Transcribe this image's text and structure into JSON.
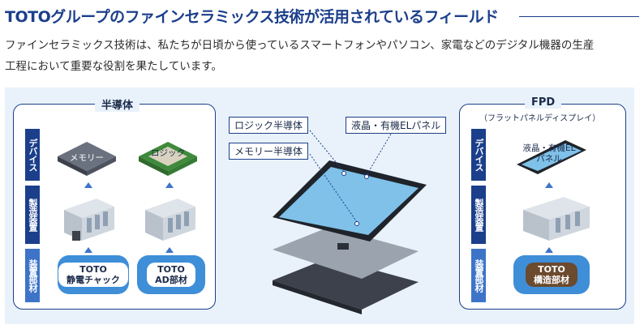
{
  "header": {
    "title": "TOTOグループのファインセラミックス技術が活用されているフィールド",
    "intro_line1": "ファインセラミックス技術は、私たちが日頃から使っているスマートフォンやパソコン、家電などのデジタル機器の生産",
    "intro_line2": "工程において重要な役割を果たしています。"
  },
  "semiconductor": {
    "title": "半導体",
    "rows": [
      "デバイス",
      "製造装置",
      "装置部材"
    ],
    "devices": [
      "メモリー",
      "ロジック"
    ],
    "parts_1": [
      "TOTO",
      "静電チャック"
    ],
    "parts_2": [
      "TOTO",
      "AD部材"
    ]
  },
  "center": {
    "callouts": [
      "ロジック半導体",
      "メモリー半導体",
      "液晶・有機ELパネル"
    ]
  },
  "fpd": {
    "title": "FPD",
    "subtitle": "（フラットパネルディスプレイ）",
    "rows": [
      "デバイス",
      "製造装置",
      "装置部材"
    ],
    "device_line1": "液晶・有機EL",
    "device_line2": "パネル",
    "parts": [
      "TOTO",
      "構造部材"
    ]
  },
  "colors": {
    "brand_navy": "#1b3f8b",
    "accent_blue": "#3e8ed8",
    "panel_bg": "#e9f2fb"
  }
}
